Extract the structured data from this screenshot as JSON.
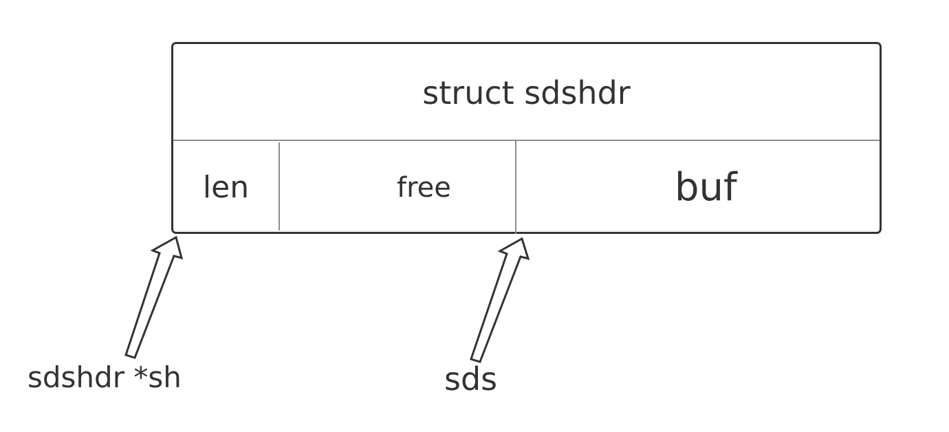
{
  "diagram": {
    "struct_title": "struct sdshdr",
    "fields": {
      "len": "len",
      "free": "free",
      "buf": "buf"
    },
    "pointers": {
      "sh_label": "sdshdr *sh",
      "sds_label": "sds"
    },
    "colors": {
      "stroke": "#333333",
      "divider": "#8c8c8c",
      "background": "#ffffff"
    }
  }
}
